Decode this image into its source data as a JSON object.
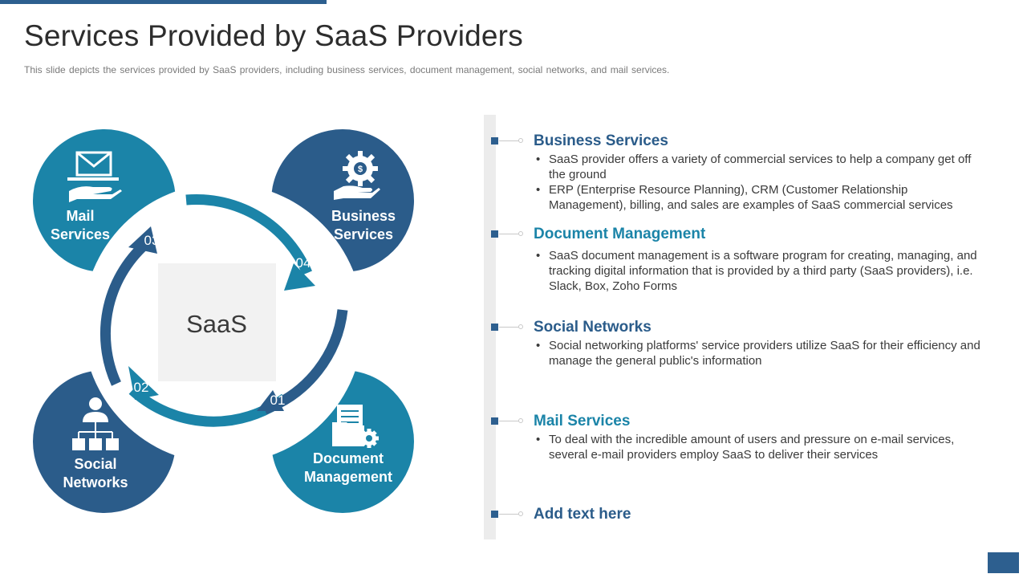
{
  "slide": {
    "title": "Services Provided by SaaS Providers",
    "subtitle": "This slide depicts the services provided by SaaS providers, including business services, document management, social networks, and mail services."
  },
  "colors": {
    "dark_blue": "#2B5C8A",
    "teal": "#1B84A8",
    "accent": "#2D5F8F",
    "center_box": "#F2F2F2"
  },
  "diagram": {
    "center_label": "SaaS",
    "nodes": [
      {
        "id": "mail",
        "label_line1": "Mail",
        "label_line2": "Services",
        "icon": "mail-in-hand-icon",
        "number": "03"
      },
      {
        "id": "business",
        "label_line1": "Business",
        "label_line2": "Services",
        "icon": "gear-dollar-hand-icon",
        "number": "04"
      },
      {
        "id": "social",
        "label_line1": "Social",
        "label_line2": "Networks",
        "icon": "org-chart-person-icon",
        "number": "02"
      },
      {
        "id": "document",
        "label_line1": "Document",
        "label_line2": "Management",
        "icon": "documents-gear-icon",
        "number": "01"
      }
    ]
  },
  "services": [
    {
      "heading": "Business Services",
      "bullets": [
        "SaaS provider offers a variety of commercial services to help a company get off the ground",
        "ERP (Enterprise Resource Planning), CRM (Customer Relationship Management), billing, and sales are examples of SaaS commercial services"
      ]
    },
    {
      "heading": "Document Management",
      "bullets": [
        "SaaS document management is a software program for creating, managing, and tracking digital information that is provided by a third party (SaaS providers), i.e. Slack, Box, Zoho Forms"
      ]
    },
    {
      "heading": "Social Networks",
      "bullets": [
        "Social networking platforms' service providers utilize SaaS for their efficiency and manage the general public's information"
      ]
    },
    {
      "heading": "Mail Services",
      "bullets": [
        "To deal with the incredible amount of users and pressure on e-mail services, several e-mail providers employ SaaS to deliver their services"
      ]
    },
    {
      "heading": "Add text here",
      "bullets": []
    }
  ]
}
